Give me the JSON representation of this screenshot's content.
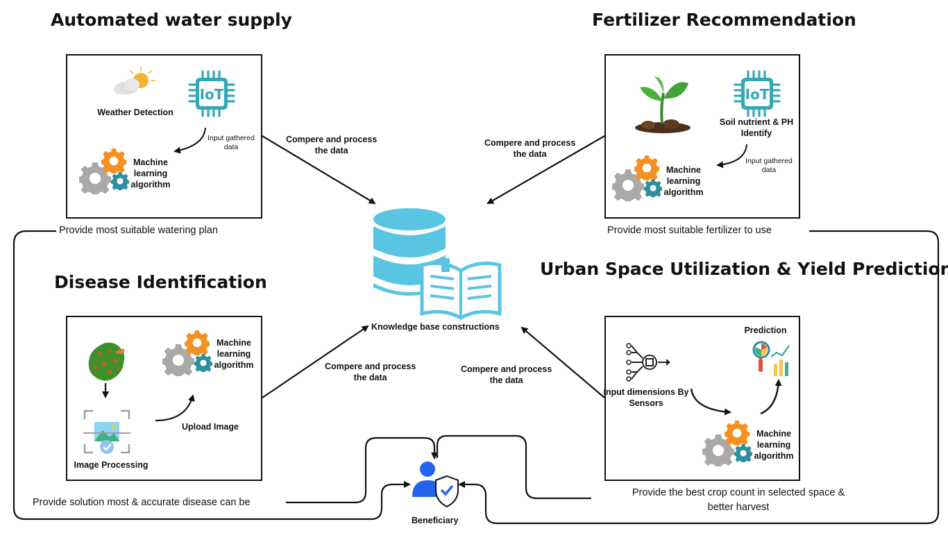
{
  "sections": {
    "water": {
      "title": "Automated water supply",
      "weather_label": "Weather Detection",
      "input_label_1": "Input gathered",
      "input_label_2": "data",
      "ml_label_1": "Machine",
      "ml_label_2": "learning",
      "ml_label_3": "algorithm",
      "output": "Provide most  suitable  watering  plan",
      "compare_1": "Compere and process",
      "compare_2": "the data"
    },
    "fertilizer": {
      "title": "Fertilizer Recommendation",
      "soil_label_1": "Soil nutrient & PH",
      "soil_label_2": "Identify",
      "input_label_1": "Input gathered",
      "input_label_2": "data",
      "ml_label_1": "Machine",
      "ml_label_2": "learning",
      "ml_label_3": "algorithm",
      "output": "Provide most  suitable  fertilizer  to use",
      "compare_1": "Compere and process",
      "compare_2": "the data"
    },
    "disease": {
      "title": "Disease  Identification",
      "ml_label_1": "Machine",
      "ml_label_2": "learning",
      "ml_label_3": "algorithm",
      "upload_label": "Upload Image",
      "processing_label": "Image Processing",
      "output": "Provide solution most & accurate disease can be",
      "compare_1": "Compere and process",
      "compare_2": "the data"
    },
    "urban": {
      "title": "Urban Space Utilization &  Yield Prediction",
      "prediction_label": "Prediction",
      "sensor_label_1": "Input dimensions By",
      "sensor_label_2": "Sensors",
      "ml_label_1": "Machine",
      "ml_label_2": "learning",
      "ml_label_3": "algorithm",
      "output_1": "Provide the best crop count in selected space &",
      "output_2": "better harvest",
      "compare_1": "Compere and process",
      "compare_2": "the data"
    }
  },
  "center": {
    "kb_label": "Knowledge base constructions",
    "beneficiary_label": "Beneficiary"
  },
  "icons": {
    "iot": "iot-chip-icon",
    "weather": "sun-cloud-icon",
    "gears": "gears-icon",
    "plant": "seedling-icon",
    "database": "database-icon",
    "book": "open-book-icon",
    "leaf": "diseased-leaf-icon",
    "image": "image-scan-icon",
    "sensor": "sensor-chip-icon",
    "prediction": "magnifier-chart-icon",
    "user": "user-shield-icon"
  },
  "colors": {
    "iot_teal": "#35a7b6",
    "db_blue": "#5ac4e3",
    "gear_orange": "#f39222",
    "gear_gray": "#a9a9a9",
    "gear_teal": "#2f8f9d",
    "user_blue": "#2563eb"
  }
}
